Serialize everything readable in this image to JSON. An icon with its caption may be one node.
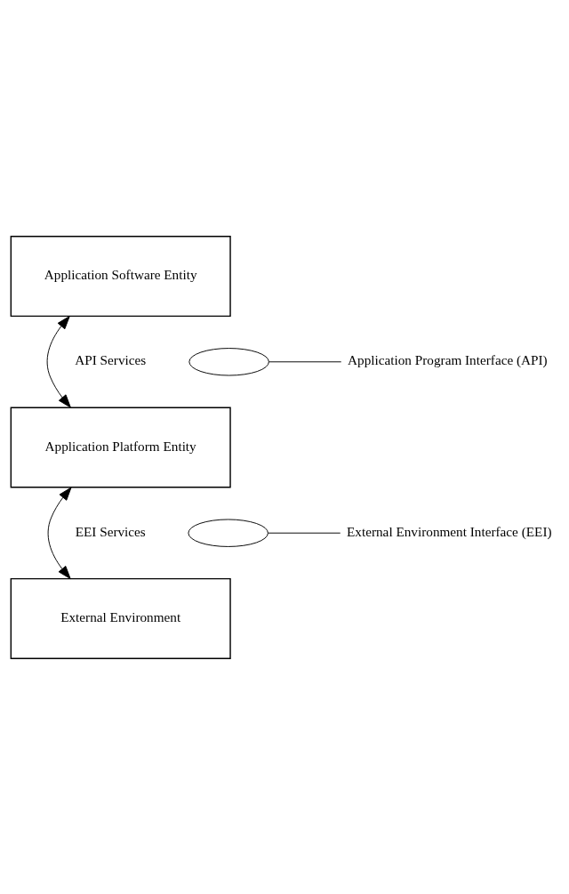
{
  "diagram": {
    "nodes": [
      {
        "text": [
          "Application Software Entity"
        ]
      },
      {
        "text": [],
        "shape": "ellipse"
      },
      {
        "text": [
          "Application Program Interface (API)"
        ]
      },
      {
        "text": [
          "Application Platform Entity"
        ]
      },
      {
        "text": [],
        "shape": "ellipse"
      },
      {
        "text": [
          "External Environment Interface (EEI)"
        ]
      },
      {
        "text": [
          "External Environment"
        ]
      }
    ],
    "edges": [
      {
        "from": 0,
        "to": 3,
        "arrow": "both"
      },
      {
        "from": 1,
        "to": 2,
        "arrow": "none"
      },
      {
        "from": 3,
        "to": 6,
        "arrow": "both"
      },
      {
        "from": 4,
        "to": 5,
        "arrow": "none"
      }
    ],
    "labels": [
      "API Services",
      "EEI Services"
    ]
  }
}
